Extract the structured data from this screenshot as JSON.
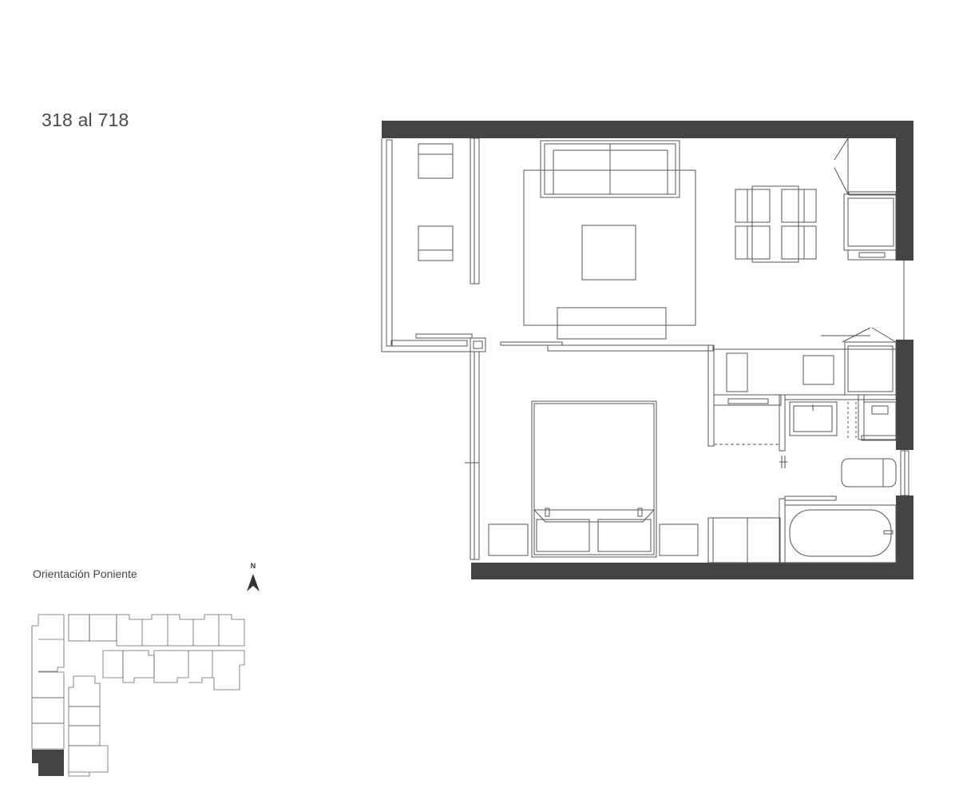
{
  "unit": {
    "label": "318 al 718"
  },
  "orientation": {
    "label": "Orientación Poniente"
  },
  "compass": {
    "letter": "N",
    "icon": "north-arrow-icon"
  },
  "colors": {
    "wall": "#444444",
    "line": "#555555",
    "highlight": "#444444"
  }
}
